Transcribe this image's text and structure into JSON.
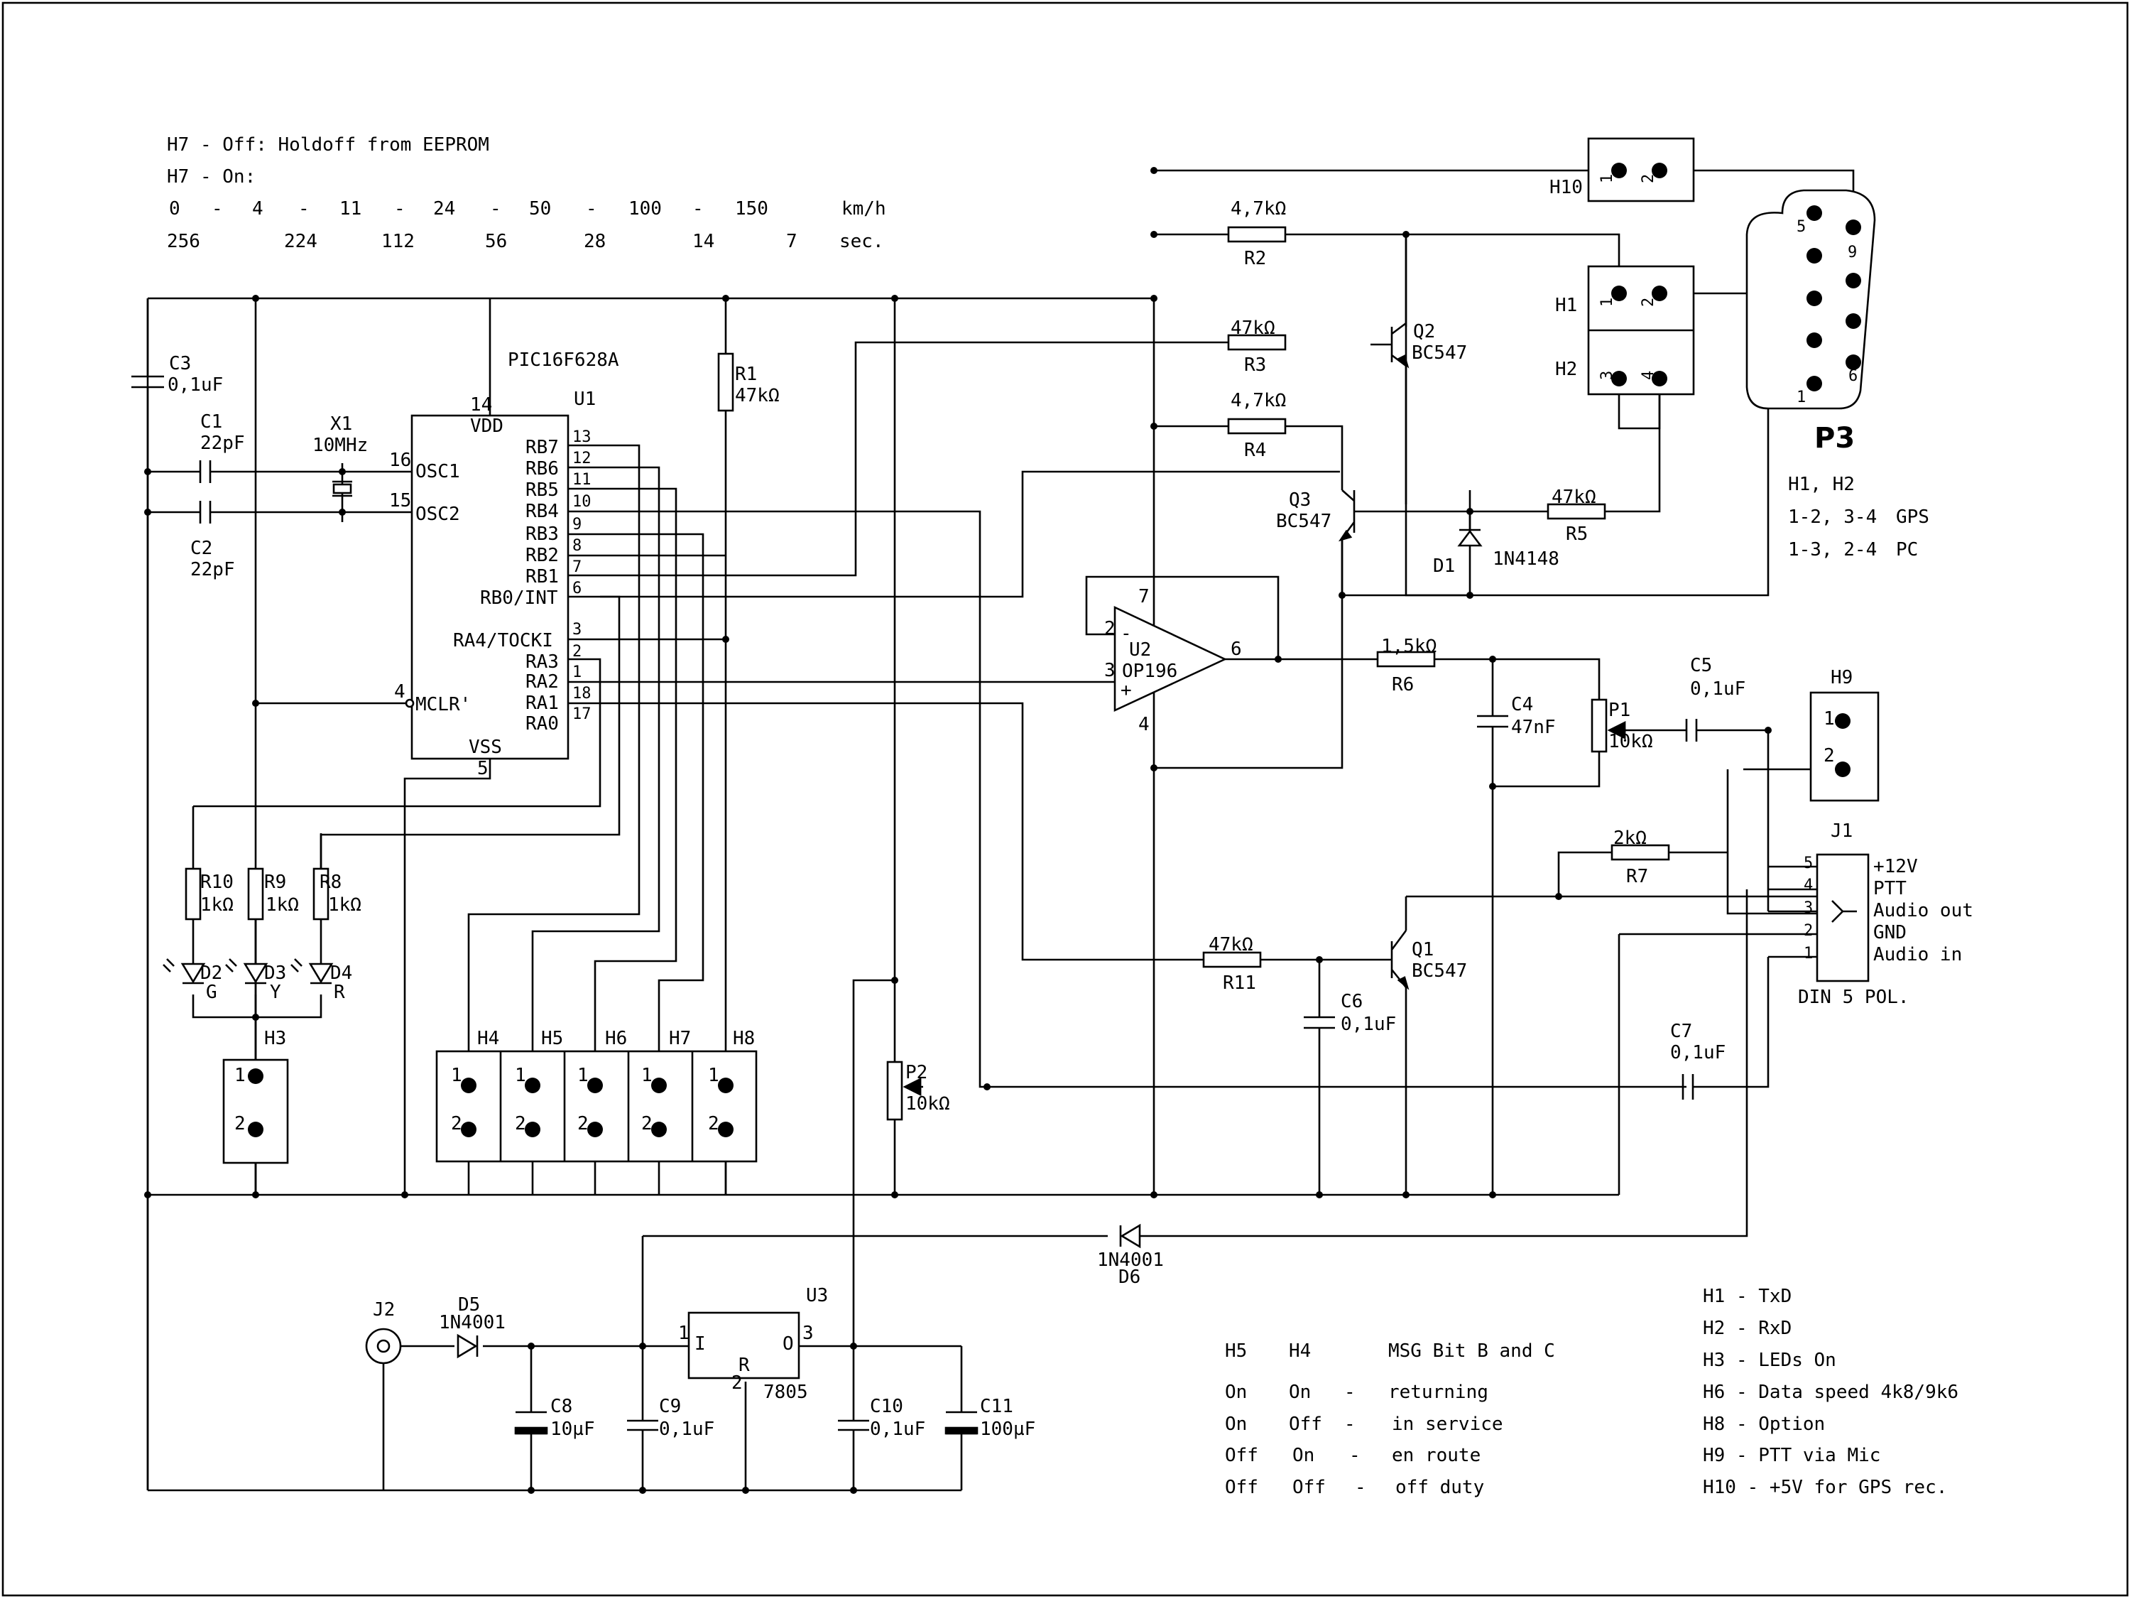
{
  "notes_h7": [
    "H7 - Off: Holdoff from EEPROM",
    "H7 - On:"
  ],
  "speeds": [
    "0",
    "-",
    "4",
    "-",
    "11",
    "-",
    "24",
    "-",
    "50",
    "-",
    "100",
    "-",
    "150",
    "km/h"
  ],
  "holdoff": [
    "256",
    "224",
    "112",
    "56",
    "28",
    "14",
    "7",
    "sec."
  ],
  "parts": {
    "c3": [
      "C3",
      "0,1uF"
    ],
    "c1": [
      "C1",
      "22pF"
    ],
    "c2": [
      "C2",
      "22pF"
    ],
    "x1": [
      "X1",
      "10MHz"
    ],
    "u1": [
      "U1",
      "PIC16F628A"
    ],
    "r1": [
      "R1",
      "47kΩ"
    ],
    "r2": [
      "4,7kΩ",
      "R2"
    ],
    "r3": [
      "47kΩ",
      "R3"
    ],
    "r4": [
      "4,7kΩ",
      "R4"
    ],
    "r5": [
      "47kΩ",
      "R5"
    ],
    "r6": [
      "1,5kΩ",
      "R6"
    ],
    "r7": [
      "2kΩ",
      "R7"
    ],
    "r8": [
      "R8",
      "1kΩ"
    ],
    "r9": [
      "R9",
      "1kΩ"
    ],
    "r10": [
      "R10",
      "1kΩ"
    ],
    "r11": [
      "47kΩ",
      "R11"
    ],
    "q1": [
      "Q1",
      "BC547"
    ],
    "q2": [
      "Q2",
      "BC547"
    ],
    "q3": [
      "Q3",
      "BC547"
    ],
    "d1": [
      "D1",
      "1N4148"
    ],
    "u2": [
      "U2",
      "OP196"
    ],
    "c4": [
      "C4",
      "47nF"
    ],
    "c5": [
      "C5",
      "0,1uF"
    ],
    "c6": [
      "C6",
      "0,1uF"
    ],
    "c7": [
      "C7",
      "0,1uF"
    ],
    "p1": [
      "P1",
      "10kΩ"
    ],
    "p2": [
      "P2",
      "10kΩ"
    ],
    "d5": [
      "D5",
      "1N4001"
    ],
    "d6": [
      "1N4001",
      "D6"
    ],
    "j2": "J2",
    "u3": [
      "U3",
      "7805"
    ],
    "c8": [
      "C8",
      "10µF"
    ],
    "c9": [
      "C9",
      "0,1uF"
    ],
    "c10": [
      "C10",
      "0,1uF"
    ],
    "c11": [
      "C11",
      "100µF"
    ],
    "d2": [
      "D2",
      "G"
    ],
    "d3": [
      "D3",
      "Y"
    ],
    "d4": [
      "D4",
      "R"
    ]
  },
  "u1_pins": {
    "vdd": "VDD",
    "vss": "VSS",
    "osc1": "OSC1",
    "osc2": "OSC2",
    "mclr": "MCLR'",
    "right": [
      "RB7",
      "RB6",
      "RB5",
      "RB4",
      "RB3",
      "RB2",
      "RB1",
      "RB0/INT",
      "RA4/TOCKI",
      "RA3",
      "RA2",
      "RA1",
      "RA0"
    ],
    "right_nums": [
      "13",
      "12",
      "11",
      "10",
      "9",
      "8",
      "7",
      "6",
      "3",
      "2",
      "1",
      "18",
      "17"
    ],
    "n14": "14",
    "n16": "16",
    "n15": "15",
    "n4": "4",
    "n5": "5"
  },
  "u2_pins": [
    "2",
    "3",
    "7",
    "4",
    "6",
    "-",
    "+"
  ],
  "u3_pins": [
    "1",
    "3",
    "2",
    "I",
    "O",
    "R"
  ],
  "headers": {
    "h1": "H1",
    "h2": "H2",
    "h3": "H3",
    "h4": "H4",
    "h5": "H5",
    "h6": "H6",
    "h7": "H7",
    "h8": "H8",
    "h9": "H9",
    "h10": "H10",
    "pin1": "1",
    "pin2": "2",
    "pin3": "3",
    "pin4": "4"
  },
  "p3": {
    "label": "P3",
    "pins": [
      "5",
      "9",
      "1",
      "6"
    ]
  },
  "h1h2_table": [
    "H1, H2",
    "1-2, 3-4",
    "GPS",
    "1-3, 2-4",
    "PC"
  ],
  "j1": {
    "label": "J1",
    "type": "DIN 5 POL.",
    "pins": [
      "5",
      "4",
      "3",
      "2",
      "1"
    ],
    "signals": [
      "+12V",
      "PTT",
      "Audio out",
      "GND",
      "Audio in"
    ]
  },
  "msg_table": {
    "header": [
      "H5",
      "H4",
      "MSG Bit B and C"
    ],
    "rows": [
      [
        "On",
        "On",
        "-",
        "returning"
      ],
      [
        "On",
        "Off",
        "-",
        "in service"
      ],
      [
        "Off",
        "On",
        "-",
        "en route"
      ],
      [
        "Off",
        "Off",
        "-",
        "off duty"
      ]
    ]
  },
  "header_legend": [
    "H1 - TxD",
    "H2 - RxD",
    "H3 - LEDs On",
    "H6 - Data speed 4k8/9k6",
    "H8 - Option",
    "H9 - PTT via Mic",
    "H10 - +5V for GPS rec."
  ]
}
